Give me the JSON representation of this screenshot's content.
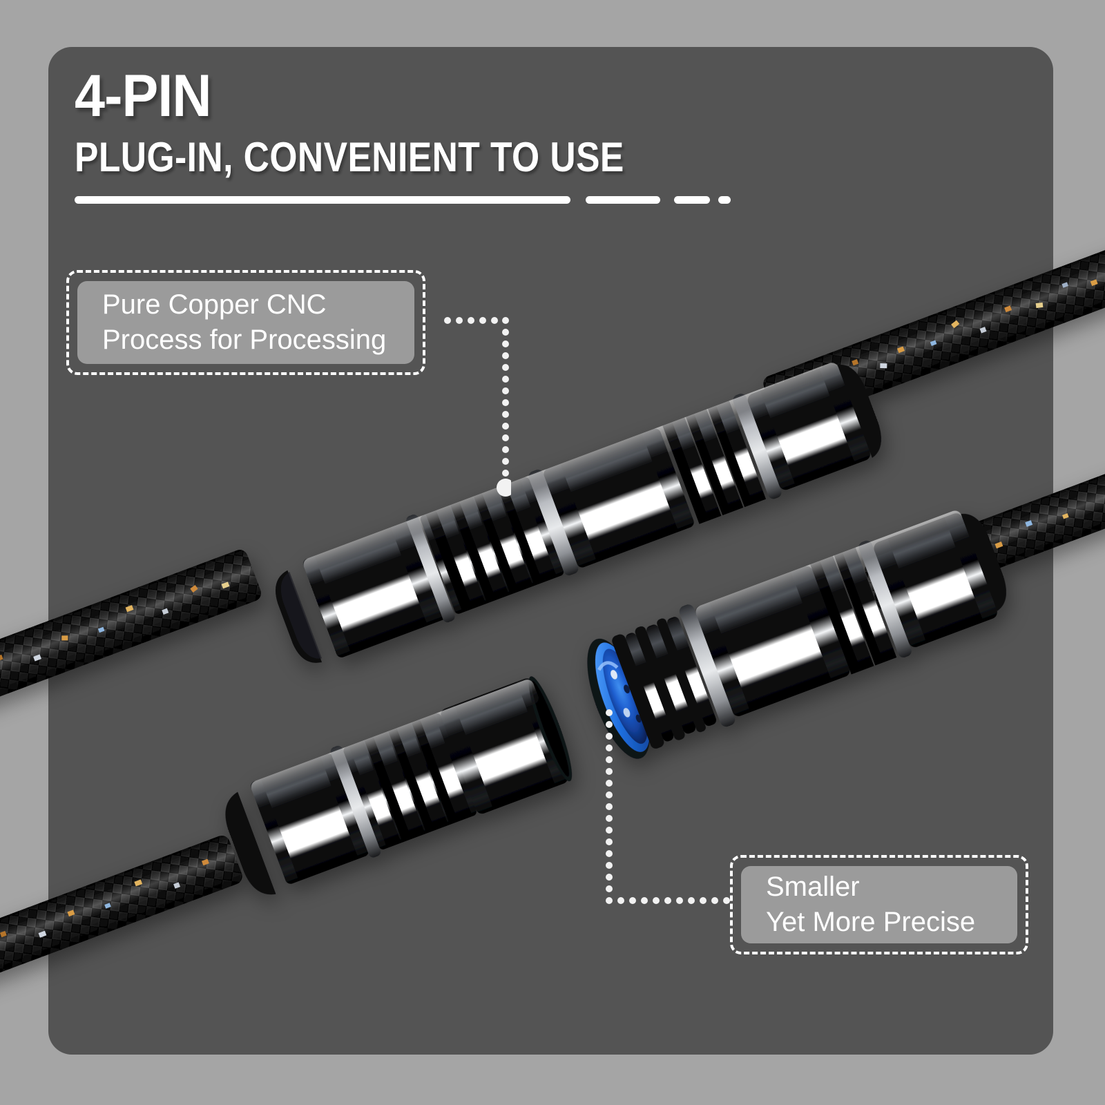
{
  "panel": {
    "background_color": "#a5a5a5",
    "panel_color": "#545454"
  },
  "headline": {
    "title": "4-PIN",
    "subtitle": "PLUG-IN, CONVENIENT TO USE",
    "rule_style": "solid-then-dashes"
  },
  "callouts": [
    {
      "id": "pure-copper",
      "line1": "Pure Copper CNC",
      "line2": "Process for Processing",
      "box_color": "#9b9b9b",
      "border_color": "#ffffff"
    },
    {
      "id": "smaller-precise",
      "line1": "Smaller",
      "line2": "Yet More Precise",
      "box_color": "#9b9b9b",
      "border_color": "#ffffff"
    }
  ],
  "product": {
    "type": "4-pin audio connector cable",
    "cable_finish": "black braided nylon sleeve with copper and silver sparkle flecks",
    "connector_finish": "glossy black metal with chrome machined ring grooves",
    "pin_face_color": "#1a56c4",
    "pin_face_accent": "#2f7fe8",
    "pin_count": 4,
    "connectors": [
      {
        "id": "mated-connector-top",
        "label": "assembled connector pair"
      },
      {
        "id": "male-plug-bottom-left",
        "label": "male plug"
      },
      {
        "id": "female-socket-bottom-right",
        "label": "female socket with blue pin face"
      }
    ]
  },
  "colors": {
    "text_white": "#ffffff",
    "leader_dot": "#f2f2f2",
    "chrome_highlight": "#ffffff",
    "body_black": "#0b0b0b"
  }
}
